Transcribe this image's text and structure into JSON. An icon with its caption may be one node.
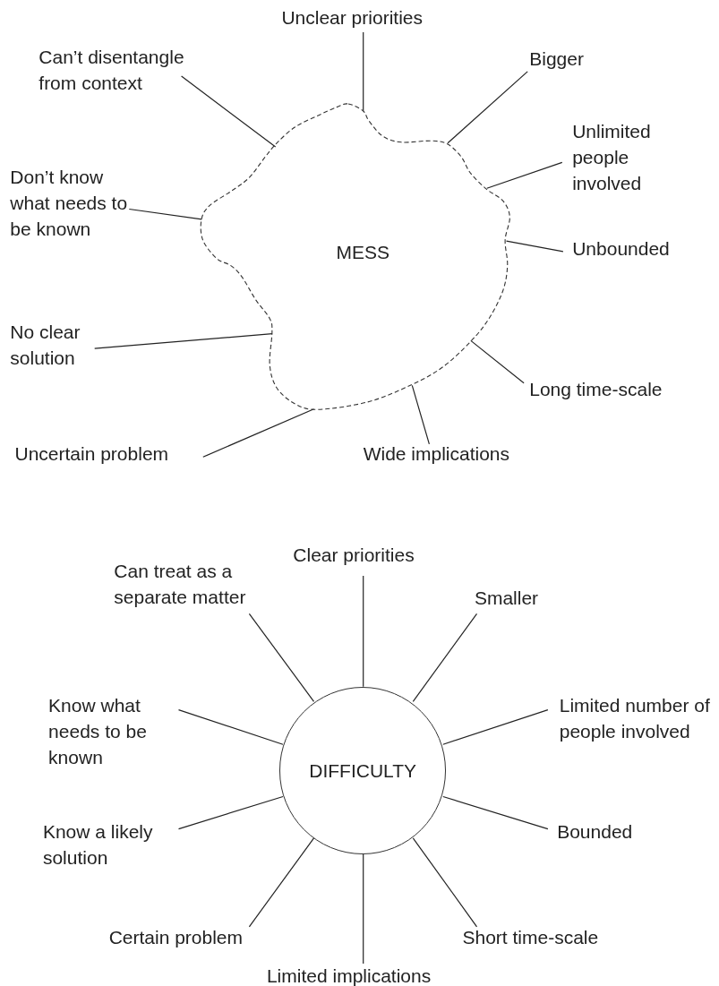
{
  "diagram": {
    "nodes": [
      {
        "text": [
          "MESS"
        ]
      },
      {
        "text": [
          "Unclear priorities"
        ]
      },
      {
        "text": [
          "Can’t disentangle from context"
        ]
      },
      {
        "text": [
          "Bigger"
        ]
      },
      {
        "text": [
          "Unlimited people involved"
        ]
      },
      {
        "text": [
          "Don’t know what needs to be known"
        ]
      },
      {
        "text": [
          "Unbounded"
        ]
      },
      {
        "text": [
          "No clear solution"
        ]
      },
      {
        "text": [
          "Long time-scale"
        ]
      },
      {
        "text": [
          "Uncertain problem"
        ]
      },
      {
        "text": [
          "Wide implications"
        ]
      },
      {
        "text": [
          "DIFFICULTY"
        ]
      },
      {
        "text": [
          "Clear priorities"
        ]
      },
      {
        "text": [
          "Can treat as a separate matter"
        ]
      },
      {
        "text": [
          "Smaller"
        ]
      },
      {
        "text": [
          "Know what needs to be known"
        ]
      },
      {
        "text": [
          "Limited number of people involved"
        ]
      },
      {
        "text": [
          "Know a likely solution"
        ]
      },
      {
        "text": [
          "Bounded"
        ]
      },
      {
        "text": [
          "Certain problem"
        ]
      },
      {
        "text": [
          "Short time-scale"
        ]
      },
      {
        "text": [
          "Limited implications"
        ]
      }
    ],
    "edges": [
      {
        "from": 1,
        "to": 0,
        "arrow": "none"
      },
      {
        "from": 2,
        "to": 0,
        "arrow": "none"
      },
      {
        "from": 3,
        "to": 0,
        "arrow": "none"
      },
      {
        "from": 4,
        "to": 0,
        "arrow": "none"
      },
      {
        "from": 5,
        "to": 0,
        "arrow": "none"
      },
      {
        "from": 6,
        "to": 0,
        "arrow": "none"
      },
      {
        "from": 7,
        "to": 0,
        "arrow": "none"
      },
      {
        "from": 8,
        "to": 0,
        "arrow": "none"
      },
      {
        "from": 9,
        "to": 0,
        "arrow": "none"
      },
      {
        "from": 10,
        "to": 0,
        "arrow": "none"
      },
      {
        "from": 12,
        "to": 11,
        "arrow": "none"
      },
      {
        "from": 13,
        "to": 11,
        "arrow": "none"
      },
      {
        "from": 14,
        "to": 11,
        "arrow": "none"
      },
      {
        "from": 15,
        "to": 11,
        "arrow": "none"
      },
      {
        "from": 16,
        "to": 11,
        "arrow": "none"
      },
      {
        "from": 17,
        "to": 11,
        "arrow": "none"
      },
      {
        "from": 18,
        "to": 11,
        "arrow": "none"
      },
      {
        "from": 19,
        "to": 11,
        "arrow": "none"
      },
      {
        "from": 20,
        "to": 11,
        "arrow": "none"
      },
      {
        "from": 21,
        "to": 11,
        "arrow": "none"
      }
    ]
  }
}
